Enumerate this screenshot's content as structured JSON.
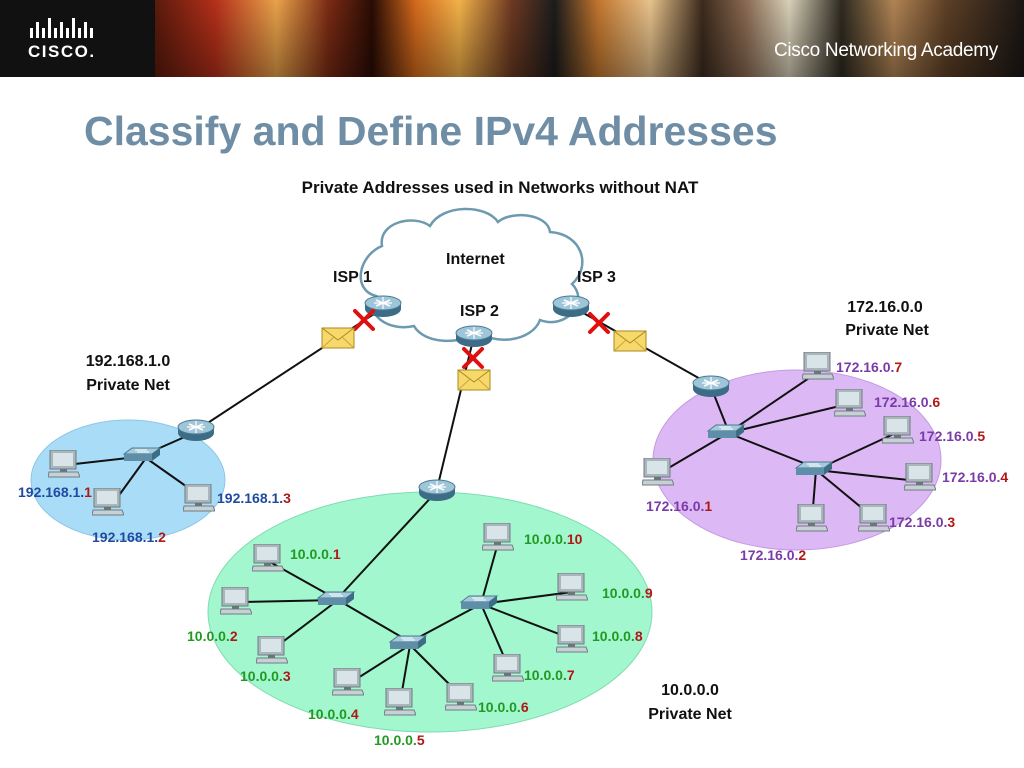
{
  "header": {
    "logo_text": "CISCO.",
    "academy_text": "Cisco Networking Academy"
  },
  "slide": {
    "title": "Classify and Define IPv4 Addresses",
    "subtitle": "Private Addresses used in Networks without NAT"
  },
  "diagram": {
    "internet": {
      "label": "Internet",
      "isp1": "ISP 1",
      "isp2": "ISP 2",
      "isp3": "ISP 3"
    },
    "net192": {
      "name": "192.168.1.0",
      "caption": "Private Net",
      "hosts": [
        {
          "prefix": "192.168.1.",
          "suffix": "1"
        },
        {
          "prefix": "192.168.1.",
          "suffix": "2"
        },
        {
          "prefix": "192.168.1.",
          "suffix": "3"
        }
      ]
    },
    "net10": {
      "name": "10.0.0.0",
      "caption": "Private Net",
      "hosts": [
        {
          "prefix": "10.0.0.",
          "suffix": "1"
        },
        {
          "prefix": "10.0.0.",
          "suffix": "2"
        },
        {
          "prefix": "10.0.0.",
          "suffix": "3"
        },
        {
          "prefix": "10.0.0.",
          "suffix": "4"
        },
        {
          "prefix": "10.0.0.",
          "suffix": "5"
        },
        {
          "prefix": "10.0.0.",
          "suffix": "6"
        },
        {
          "prefix": "10.0.0.",
          "suffix": "7"
        },
        {
          "prefix": "10.0.0.",
          "suffix": "8"
        },
        {
          "prefix": "10.0.0.",
          "suffix": "9"
        },
        {
          "prefix": "10.0.0.",
          "suffix": "10"
        }
      ]
    },
    "net172": {
      "name": "172.16.0.0",
      "caption": "Private Net",
      "hosts": [
        {
          "prefix": "172.16.0.",
          "suffix": "1"
        },
        {
          "prefix": "172.16.0.",
          "suffix": "2"
        },
        {
          "prefix": "172.16.0.",
          "suffix": "3"
        },
        {
          "prefix": "172.16.0.",
          "suffix": "4"
        },
        {
          "prefix": "172.16.0.",
          "suffix": "5"
        },
        {
          "prefix": "172.16.0.",
          "suffix": "6"
        },
        {
          "prefix": "172.16.0.",
          "suffix": "7"
        }
      ]
    }
  },
  "colors": {
    "title": "#6f8ea5",
    "net192_fill": "#a9ddf7",
    "net10_fill": "#a2f7cf",
    "net172_fill": "#dcb8f5",
    "prefix192": "#1f4aa0",
    "prefix10": "#229922",
    "prefix172": "#7a3aa8",
    "suffix": "#b01818",
    "block_x": "#e01010"
  }
}
